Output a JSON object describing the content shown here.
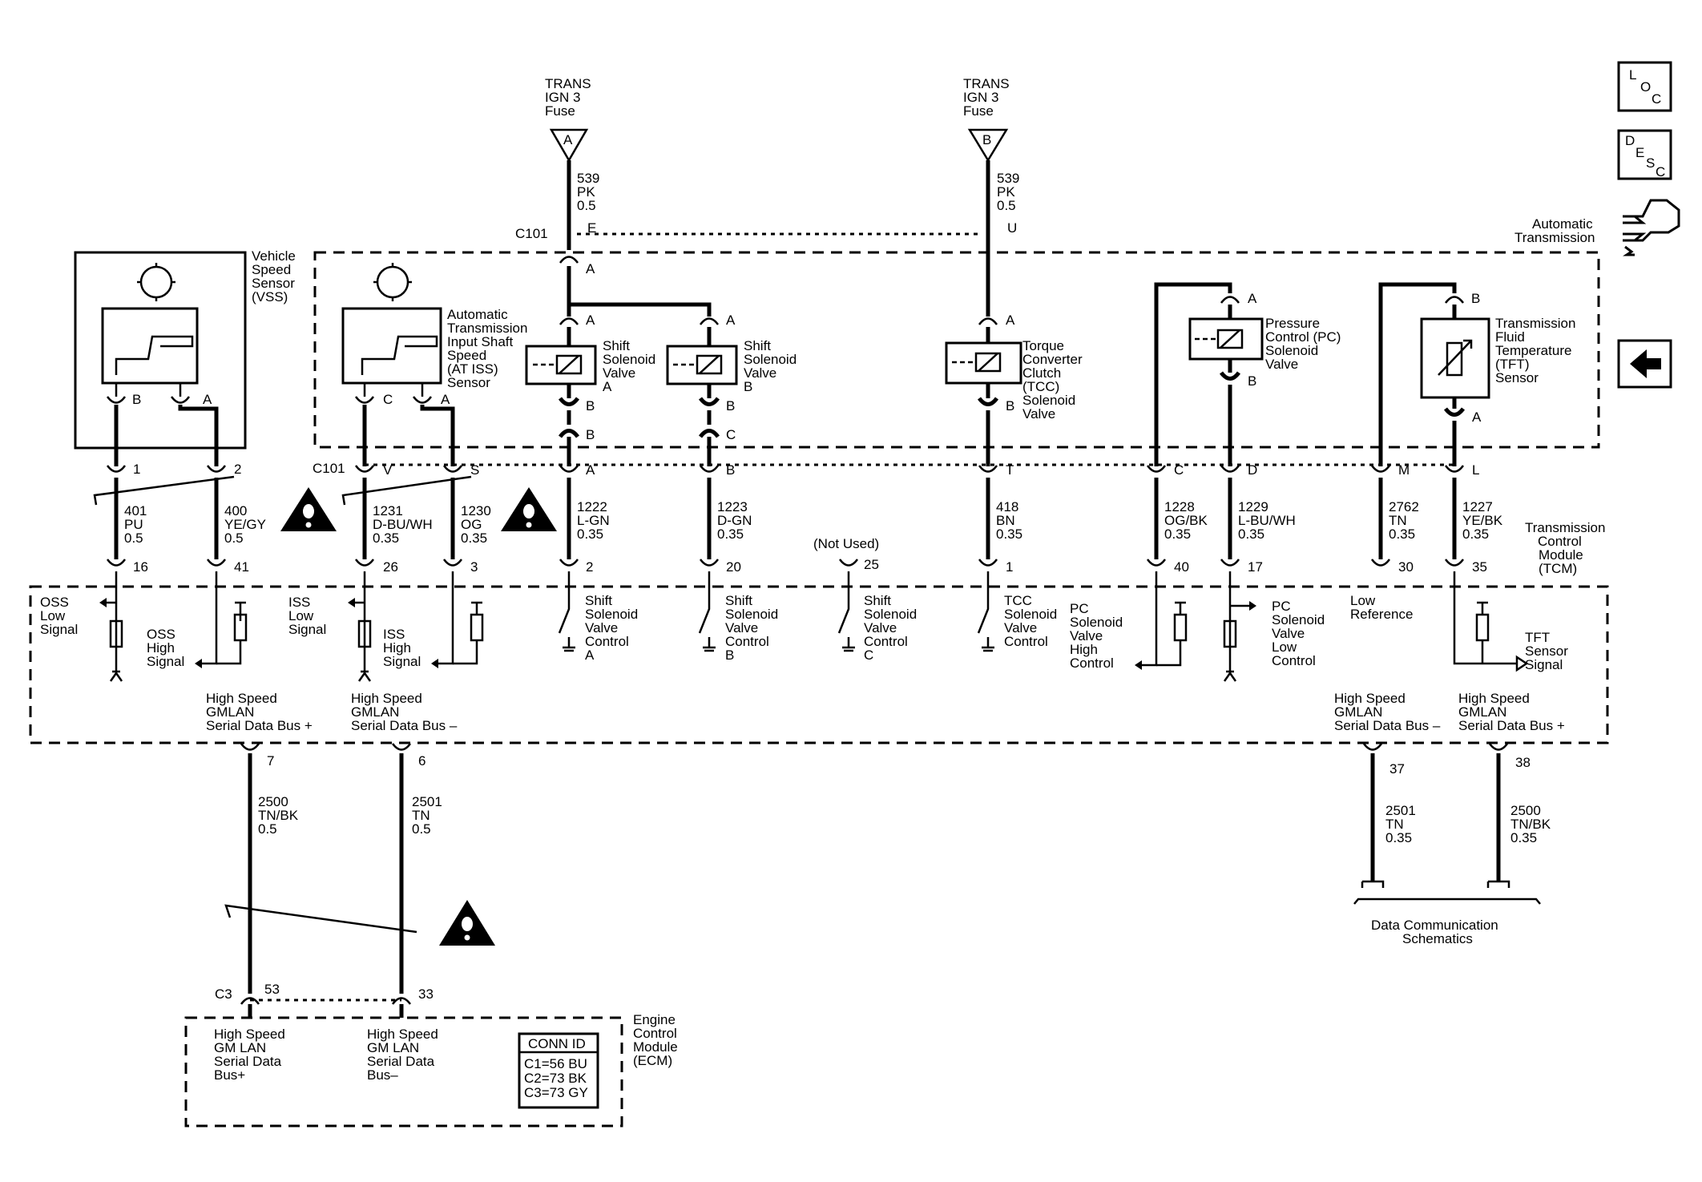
{
  "fuses": [
    {
      "id": "fuse-a",
      "lines": [
        "TRANS",
        "IGN 3",
        "Fuse"
      ],
      "letter": "A",
      "wire": [
        "539",
        "PK",
        "0.5"
      ],
      "pin": "E"
    },
    {
      "id": "fuse-b",
      "lines": [
        "TRANS",
        "IGN 3",
        "Fuse"
      ],
      "letter": "B",
      "wire": [
        "539",
        "PK",
        "0.5"
      ],
      "pin": "U"
    }
  ],
  "labels": {
    "c101_top": "C101",
    "c101_mid": "C101",
    "automatic_transmission": [
      "Automatic",
      "Transmission"
    ],
    "vss": [
      "Vehicle",
      "Speed",
      "Sensor",
      "(VSS)"
    ],
    "iss": [
      "Automatic",
      "Transmission",
      "Input Shaft",
      "Speed",
      "(AT ISS)",
      "Sensor"
    ],
    "ssa": [
      "Shift",
      "Solenoid",
      "Valve",
      "A"
    ],
    "ssb": [
      "Shift",
      "Solenoid",
      "Valve",
      "B"
    ],
    "tcc": [
      "Torque",
      "Converter",
      "Clutch",
      "(TCC)",
      "Solenoid",
      "Valve"
    ],
    "pc": [
      "Pressure",
      "Control (PC)",
      "Solenoid",
      "Valve"
    ],
    "tft": [
      "Transmission",
      "Fluid",
      "Temperature",
      "(TFT)",
      "Sensor"
    ],
    "tcm": [
      "Transmission",
      "Control",
      "Module",
      "(TCM)"
    ],
    "not_used": "(Not Used)",
    "ecm": [
      "Engine",
      "Control",
      "Module",
      "(ECM)"
    ],
    "conn_id_title": "CONN ID",
    "conn_ids": [
      "C1=56 BU",
      "C2=73 BK",
      "C3=73 GY"
    ],
    "c3": "C3",
    "data_comm": [
      "Data Communication",
      "Schematics"
    ]
  },
  "component_pins": {
    "vss": [
      "B",
      "A"
    ],
    "iss": [
      "C",
      "A"
    ],
    "ssa_top": "A",
    "ssa_bottom": "B",
    "ssb_top": "A",
    "ssb_bottom": "B",
    "tcc_top": "A",
    "tcc_bottom": "B",
    "pc_top": "A",
    "pc_bottom": "B",
    "tft_top": "B",
    "tft_bottom": "A",
    "c101a_ssa_in": "A",
    "c101b": [
      "V",
      "S",
      "A",
      "B",
      "T",
      "C",
      "D",
      "M",
      "L"
    ],
    "ssa_out": "B",
    "ssb_out": "C",
    "vss_conn": [
      "1",
      "2"
    ]
  },
  "circuits": [
    {
      "num": "401",
      "color": "PU",
      "gauge": "0.5",
      "tcm_pin": "16"
    },
    {
      "num": "400",
      "color": "YE/GY",
      "gauge": "0.5",
      "tcm_pin": "41"
    },
    {
      "num": "1231",
      "color": "D-BU/WH",
      "gauge": "0.35",
      "tcm_pin": "26"
    },
    {
      "num": "1230",
      "color": "OG",
      "gauge": "0.35",
      "tcm_pin": "3"
    },
    {
      "num": "1222",
      "color": "L-GN",
      "gauge": "0.35",
      "tcm_pin": "2"
    },
    {
      "num": "1223",
      "color": "D-GN",
      "gauge": "0.35",
      "tcm_pin": "20"
    },
    {
      "num": "",
      "color": "",
      "gauge": "",
      "tcm_pin": "25"
    },
    {
      "num": "418",
      "color": "BN",
      "gauge": "0.35",
      "tcm_pin": "1"
    },
    {
      "num": "1228",
      "color": "OG/BK",
      "gauge": "0.35",
      "tcm_pin": "40"
    },
    {
      "num": "1229",
      "color": "L-BU/WH",
      "gauge": "0.35",
      "tcm_pin": "17"
    },
    {
      "num": "2762",
      "color": "TN",
      "gauge": "0.35",
      "tcm_pin": "30"
    },
    {
      "num": "1227",
      "color": "YE/BK",
      "gauge": "0.35",
      "tcm_pin": "35"
    }
  ],
  "tcm_internal": {
    "oss_low": [
      "OSS",
      "Low",
      "Signal"
    ],
    "oss_high": [
      "OSS",
      "High",
      "Signal"
    ],
    "iss_low": [
      "ISS",
      "Low",
      "Signal"
    ],
    "iss_high": [
      "ISS",
      "High",
      "Signal"
    ],
    "ssa_ctrl": [
      "Shift",
      "Solenoid",
      "Valve",
      "Control",
      "A"
    ],
    "ssb_ctrl": [
      "Shift",
      "Solenoid",
      "Valve",
      "Control",
      "B"
    ],
    "ssc_ctrl": [
      "Shift",
      "Solenoid",
      "Valve",
      "Control",
      "C"
    ],
    "tcc_ctrl": [
      "TCC",
      "Solenoid",
      "Valve",
      "Control"
    ],
    "pc_high": [
      "PC",
      "Solenoid",
      "Valve",
      "High",
      "Control"
    ],
    "pc_low": [
      "PC",
      "Solenoid",
      "Valve",
      "Low",
      "Control"
    ],
    "low_ref": [
      "Low",
      "Reference"
    ],
    "tft_sig": [
      "TFT",
      "Sensor",
      "Signal"
    ],
    "gmlan_plus_l": [
      "High Speed",
      "GMLAN",
      "Serial Data Bus +"
    ],
    "gmlan_minus_l": [
      "High Speed",
      "GMLAN",
      "Serial Data Bus –"
    ],
    "gmlan_minus_r": [
      "High Speed",
      "GMLAN",
      "Serial Data Bus –"
    ],
    "gmlan_plus_r": [
      "High Speed",
      "GMLAN",
      "Serial Data Bus +"
    ]
  },
  "bus_circuits": [
    {
      "num": "2500",
      "color": "TN/BK",
      "gauge": "0.5",
      "tcm_pin": "7",
      "ecm_pin": "53"
    },
    {
      "num": "2501",
      "color": "TN",
      "gauge": "0.5",
      "tcm_pin": "6",
      "ecm_pin": "33"
    },
    {
      "num": "2501",
      "color": "TN",
      "gauge": "0.35",
      "tcm_pin": "37"
    },
    {
      "num": "2500",
      "color": "TN/BK",
      "gauge": "0.35",
      "tcm_pin": "38"
    }
  ],
  "ecm_internal": {
    "plus": [
      "High Speed",
      "GM LAN",
      "Serial Data",
      "Bus+"
    ],
    "minus": [
      "High Speed",
      "GM LAN",
      "Serial Data",
      "Bus–"
    ]
  },
  "nav": {
    "loc": [
      "L",
      "O",
      "C"
    ],
    "desc": [
      "D",
      "E",
      "S",
      "C"
    ],
    "icons": [
      "loc-button",
      "desc-button",
      "wiring-harness-icon",
      "back-arrow-button"
    ]
  },
  "colors": {
    "ink": "#000000",
    "background": "#ffffff"
  }
}
